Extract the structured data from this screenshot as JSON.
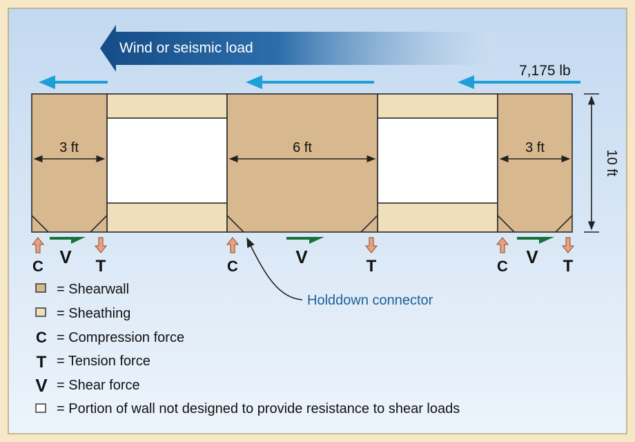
{
  "diagram": {
    "load_arrow_label": "Wind or seismic load",
    "load_value": "7,175 lb",
    "height_label": "10 ft",
    "shearwalls": [
      {
        "width_label": "3 ft"
      },
      {
        "width_label": "6 ft"
      },
      {
        "width_label": "3 ft"
      }
    ],
    "force_letters": {
      "compression": "C",
      "tension": "T",
      "shear": "V"
    },
    "holddown_label": "Holddown connector"
  },
  "legend": [
    {
      "symbol": "shearwall-swatch",
      "text": "= Shearwall"
    },
    {
      "symbol": "sheathing-swatch",
      "text": "= Sheathing"
    },
    {
      "symbol": "C",
      "text": "= Compression force"
    },
    {
      "symbol": "T",
      "text": "= Tension force"
    },
    {
      "symbol": "V",
      "text": "= Shear force"
    },
    {
      "symbol": "open-swatch",
      "text": "= Portion of wall not designed to provide resistance to shear loads"
    }
  ],
  "colors": {
    "frame": "#f6e7c6",
    "panel_top": "#c3d9f0",
    "panel_bottom": "#edf4fb",
    "shearwall": "#d8b88e",
    "sheathing": "#efe0bb",
    "opening": "#ffffff",
    "load_arrow": "#1d9fd8",
    "big_arrow": "#1a5a95",
    "force_arrow": "#e8a27f",
    "shear_mark": "#17723a",
    "callout_text": "#1e5f96",
    "outline": "#2a2a2a"
  }
}
